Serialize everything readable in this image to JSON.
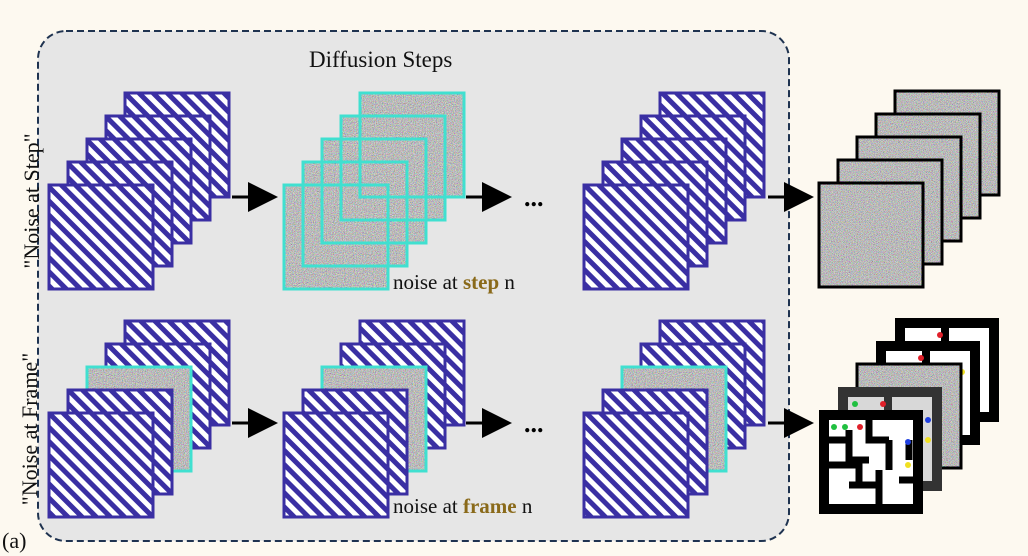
{
  "title": "Diffusion Steps",
  "row_labels": {
    "step": "\"Noise at Step\"",
    "frame": "\"Noise at Frame\""
  },
  "captions": {
    "step": {
      "prefix": "noise at ",
      "highlight": "step",
      "suffix": " n"
    },
    "frame": {
      "prefix": "noise at ",
      "highlight": "frame",
      "suffix": " n"
    }
  },
  "ellipsis": "...",
  "panel_id": "(a)",
  "colors": {
    "background": "#fdf9f0",
    "panel": "#e6e6e6",
    "hatch_frame": "#3a2fa3",
    "noise_highlight_border": "#40e0d0",
    "output_border": "#000000",
    "caption_highlight": "#8a6a1a"
  }
}
